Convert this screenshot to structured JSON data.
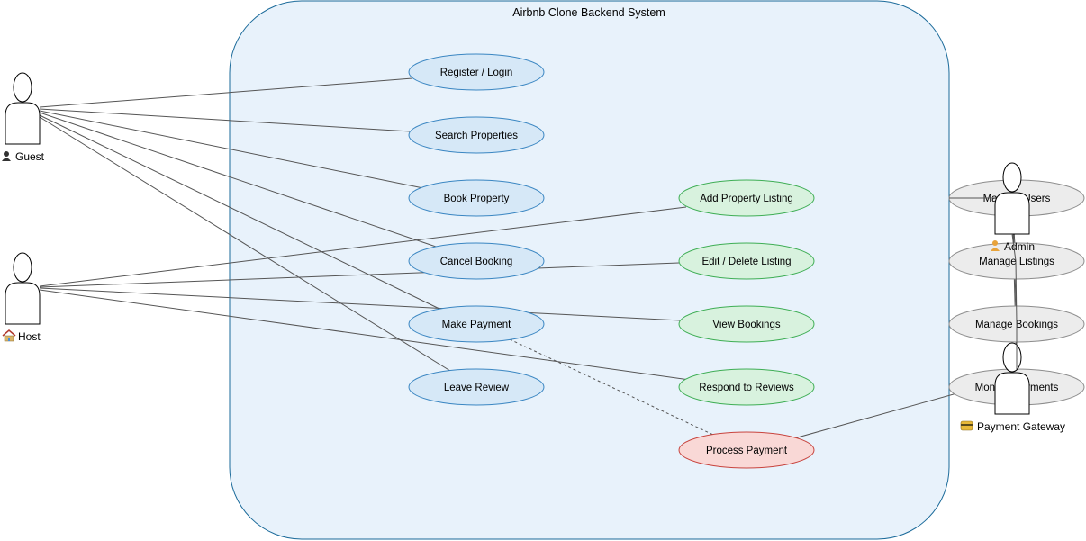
{
  "system": {
    "title": "Airbnb Clone Backend System"
  },
  "colors": {
    "system_fill": "#e8f2fb",
    "system_stroke": "#1a6a9a",
    "guest_fill": "#d6e8f7",
    "guest_stroke": "#3a86c2",
    "host_fill": "#d8f2de",
    "host_stroke": "#3fae55",
    "admin_fill": "#ececec",
    "admin_stroke": "#8c8c8c",
    "payment_fill": "#f9d8d6",
    "payment_stroke": "#c8443e",
    "line": "#555555"
  },
  "actors": {
    "guest": {
      "label": "Guest",
      "icon": "guest-icon"
    },
    "host": {
      "label": "Host",
      "icon": "house-icon"
    },
    "admin": {
      "label": "Admin",
      "icon": "admin-icon"
    },
    "payment_gateway": {
      "label": "Payment Gateway",
      "icon": "credit-card-icon"
    }
  },
  "use_cases": {
    "register_login": "Register / Login",
    "search_properties": "Search Properties",
    "book_property": "Book Property",
    "cancel_booking": "Cancel Booking",
    "make_payment": "Make Payment",
    "leave_review": "Leave Review",
    "add_listing": "Add Property Listing",
    "edit_listing": "Edit / Delete Listing",
    "view_bookings": "View Bookings",
    "respond_reviews": "Respond to Reviews",
    "process_payment": "Process Payment",
    "manage_users": "Manage Users",
    "manage_listings": "Manage Listings",
    "manage_bookings": "Manage Bookings",
    "monitor_payments": "Monitor Payments"
  }
}
